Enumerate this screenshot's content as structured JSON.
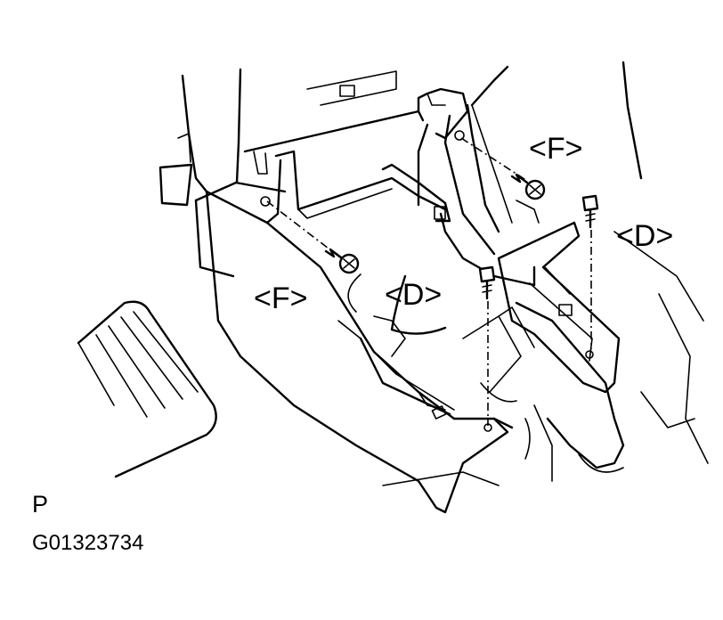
{
  "callouts": {
    "f_upper": "<F>",
    "d_right": "<D>",
    "f_left": "<F>",
    "d_center": "<D>"
  },
  "view_marker": "P",
  "figure_id": "G01323734",
  "colors": {
    "ink": "#000000",
    "paper": "#ffffff"
  }
}
